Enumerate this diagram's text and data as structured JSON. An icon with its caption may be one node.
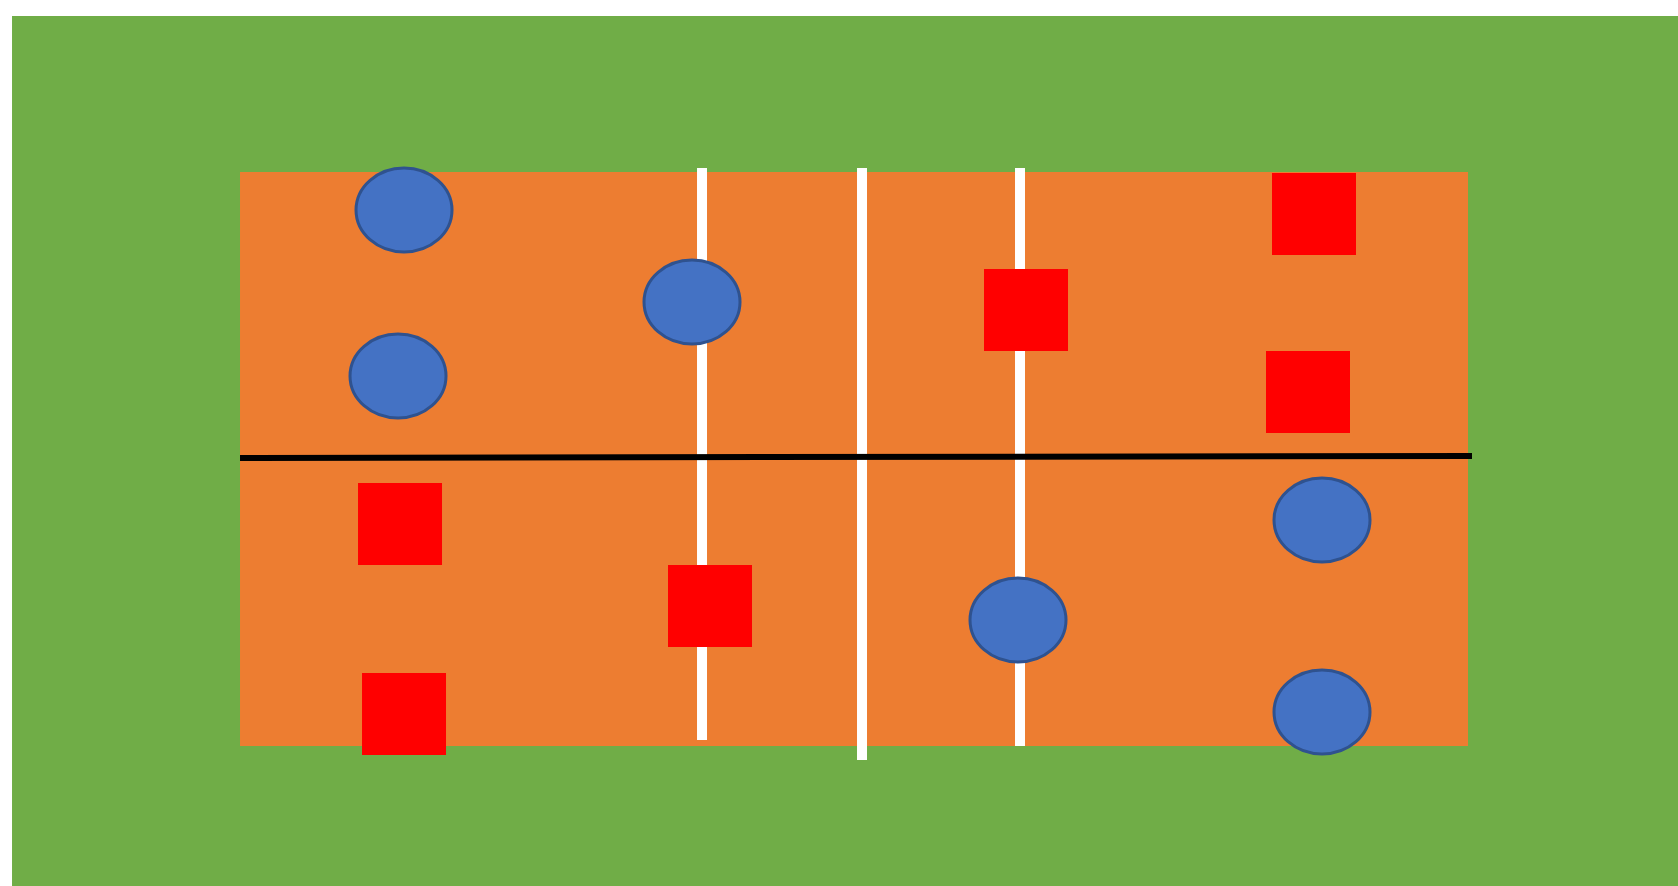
{
  "diagram": {
    "nodes": [
      {
        "text": [],
        "shape": "circle"
      },
      {
        "text": [],
        "shape": "circle"
      },
      {
        "text": [],
        "shape": "box"
      },
      {
        "text": [],
        "shape": "box"
      },
      {
        "text": [],
        "shape": "circle"
      },
      {
        "text": [],
        "shape": "box"
      },
      {
        "text": [],
        "shape": "box"
      },
      {
        "text": [],
        "shape": "circle"
      },
      {
        "text": [],
        "shape": "box"
      },
      {
        "text": [],
        "shape": "box"
      },
      {
        "text": [],
        "shape": "circle"
      },
      {
        "text": [],
        "shape": "circle"
      }
    ]
  }
}
